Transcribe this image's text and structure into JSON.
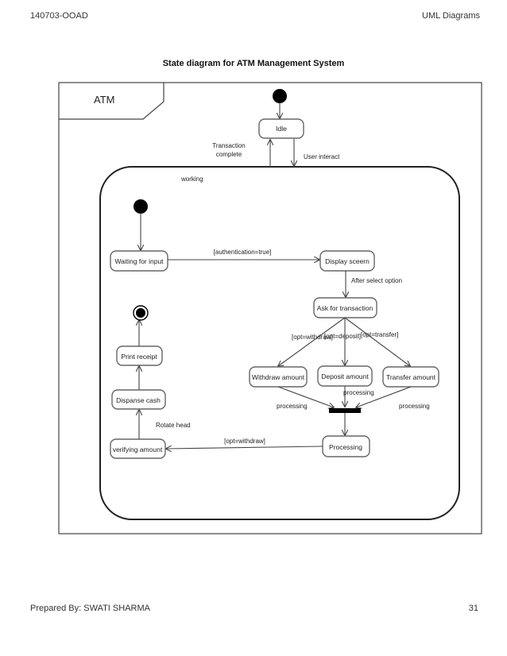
{
  "header": {
    "left": "140703-OOAD",
    "right": "UML Diagrams"
  },
  "title": "State diagram for ATM Management System",
  "footer": {
    "left": "Prepared By: SWATI SHARMA",
    "right": "31"
  },
  "diagram": {
    "frame_label": "ATM",
    "composite_label": "working",
    "states": {
      "idle": "Idle",
      "waiting": "Waiting for input",
      "display": "Display sceern",
      "ask": "Ask for transaction",
      "withdraw": "Withdraw amount",
      "deposit": "Deposit amount",
      "transfer": "Transfer amount",
      "processing": "Processing",
      "verifying": "verifying amount",
      "dispense": "Dispanse cash",
      "print": "Print receipt"
    },
    "transitions": {
      "transaction_complete_1": "Transaction",
      "transaction_complete_2": "complete",
      "user_interact": "User interact",
      "auth_true": "[authentication=true]",
      "after_select": "After select option",
      "opt_withdraw": "[opt=withdraw]",
      "opt_deposit": "[opt=deposit]",
      "opt_transfer": "[opt=transfer]",
      "processing_left": "processing",
      "processing_mid": "processing",
      "processing_right": "processing",
      "opt_withdraw_2": "[opt=withdraw]",
      "rotate_head": "Rotate head"
    }
  }
}
